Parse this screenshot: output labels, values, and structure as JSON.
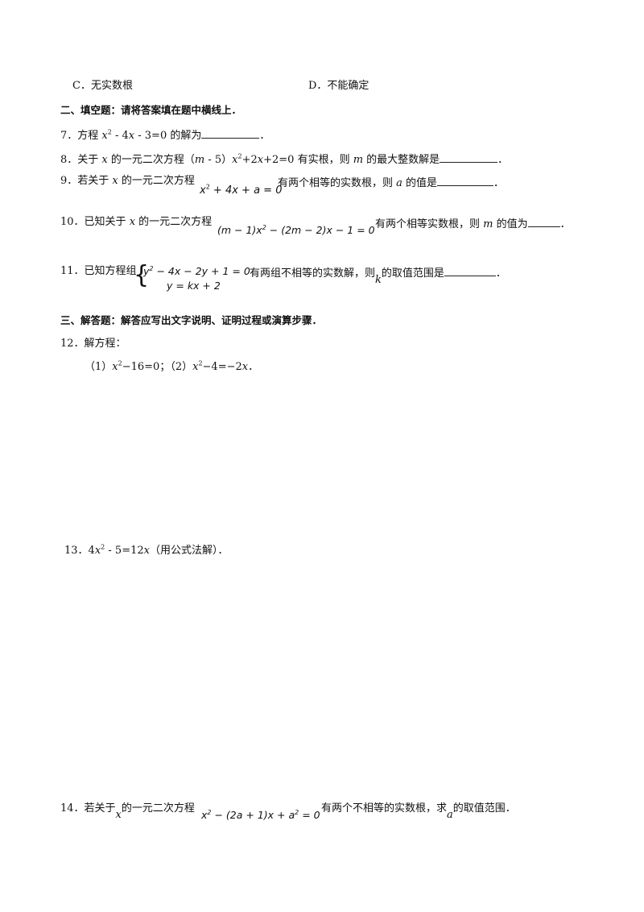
{
  "opt_c": "C．无实数根",
  "opt_d": "D．不能确定",
  "sec2_title": "二、填空题：请将答案填在题中横线上．",
  "q7": {
    "num": "7．方程 ",
    "eq_a": "x",
    "eq_b": "2",
    "eq_c": " - 4",
    "eq_d": "x",
    "eq_e": " - 3=0 的解为",
    "end": "．"
  },
  "q8": {
    "num": "8．关于 ",
    "v1": "x",
    "t1": " 的一元二次方程（",
    "v2": "m",
    "t2": " - 5）",
    "v3": "x",
    "s1": "2",
    "t3": "+2",
    "v4": "x",
    "t4": "+2=0 有实根，则 ",
    "v5": "m",
    "t5": " 的最大整数解是",
    "end": "．"
  },
  "q9": {
    "num": "9．若关于 ",
    "v1": "x",
    "t1": " 的一元二次方程",
    "eq_x": "x",
    "eq_2": "2",
    "eq_r": " + 4x + a = 0",
    "t2": "有两个相等的实数根，则 ",
    "v2": "a",
    "t3": " 的值是",
    "end": "．"
  },
  "q10": {
    "num": "10．已知关于 ",
    "v1": "x",
    "t1": " 的一元二次方程",
    "eq_a": "(m − 1)x",
    "eq_2": "2",
    "eq_b": " − (2m − 2)x − 1 = 0",
    "t2": "有两个相等实数根，则 ",
    "v2": "m",
    "t3": " 的值为",
    "end": "．"
  },
  "q11": {
    "num": "11．已知方程组",
    "eq1_a": "y",
    "eq1_2": "2",
    "eq1_b": " − 4x − 2y + 1 = 0",
    "eq2": "y = kx + 2",
    "t1": "有两组不相等的实数解，则",
    "vk": "k",
    "t2": "的取值范围是",
    "end": "．"
  },
  "sec3_title": "三、解答题：解答应写出文字说明、证明过程或演算步骤．",
  "q12_title": "12．解方程：",
  "q12_parts": {
    "p1": "（1）",
    "x1": "x",
    "s1": "2",
    "r1": "−16=0；（2）",
    "x2": "x",
    "s2": "2",
    "r2": "−4=−2",
    "x3": "x",
    "r3": "．"
  },
  "q13": {
    "num": "13．4",
    "x": "x",
    "s": "2",
    "t1": " - 5=12",
    "x2": "x",
    "t2": "（用公式法解）．"
  },
  "q14": {
    "num": "14．若关于",
    "vx": "x",
    "t1": "的一元二次方程",
    "eq_a": "x",
    "eq_2": "2",
    "eq_b": " − (2a + 1)x + a",
    "eq_2b": "2",
    "eq_c": " = 0",
    "t2": "有两个不相等的实数根，求",
    "va": "a",
    "t3": "的取值范围．"
  }
}
